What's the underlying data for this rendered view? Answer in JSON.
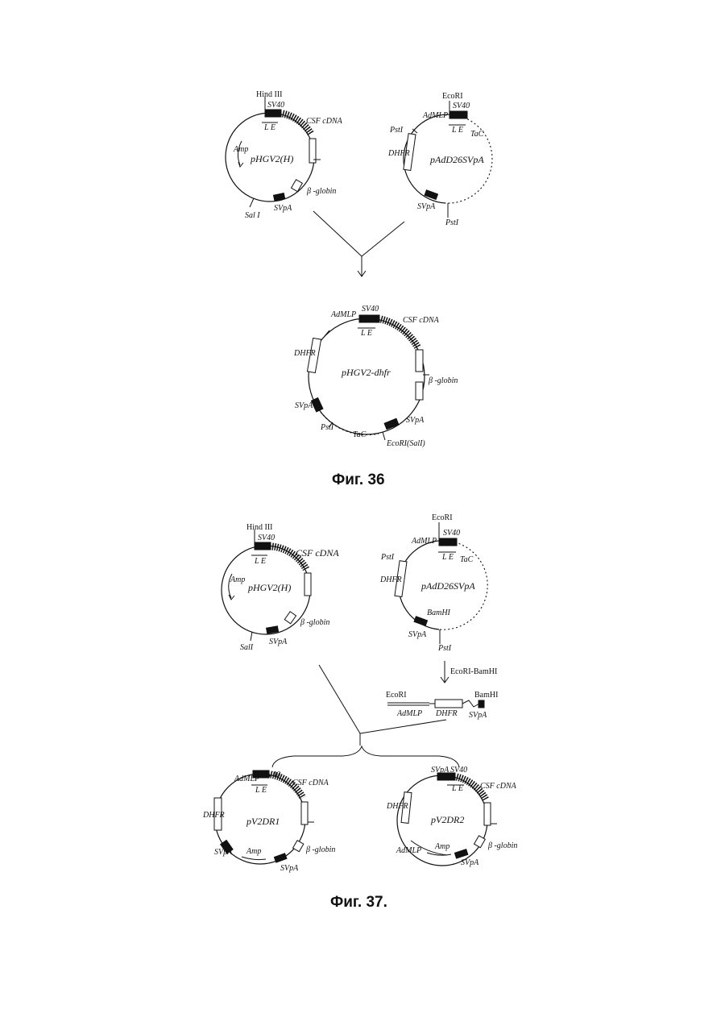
{
  "fig36": {
    "caption": "Фиг. 36",
    "plasmid_a": {
      "name": "pHGV2(H)",
      "labels": [
        "Hind III",
        "SV40",
        "L E",
        "CSF cDNA",
        "Amp",
        "β -globin",
        "SVpA",
        "Sal I"
      ]
    },
    "plasmid_b": {
      "name": "pAdD26SVpA",
      "labels": [
        "EcoRI",
        "AdMLP",
        "SV40",
        "L E",
        "PstI",
        "DHFR",
        "TaC",
        "SVpA",
        "PstI"
      ]
    },
    "plasmid_result": {
      "name": "pHGV2-dhfr",
      "labels": [
        "AdMLP",
        "SV40",
        "L E",
        "CSF cDNA",
        "DHFR",
        "β -globin",
        "SVpA",
        "SVpA",
        "PstI",
        "TaC",
        "EcoRI(SalI)"
      ]
    }
  },
  "fig37": {
    "caption": "Фиг. 37.",
    "plasmid_a": {
      "name": "pHGV2(H)",
      "labels": [
        "Hind III",
        "SV40",
        "L E",
        "CSF cDNA",
        "Amp",
        "β -globin",
        "SalI",
        "SVpA"
      ]
    },
    "plasmid_b": {
      "name": "pAdD26SVpA",
      "labels": [
        "EcoRI",
        "AdMLP",
        "SV40",
        "L E",
        "TaC",
        "PstI",
        "DHFR",
        "BamHI",
        "SVpA",
        "PstI"
      ]
    },
    "digest": "EcoRI-BamHI",
    "fragment": {
      "labels": [
        "EcoRI",
        "AdMLP",
        "DHFR",
        "BamHI",
        "SVpA"
      ]
    },
    "product_1": {
      "name": "pV2DR1",
      "labels": [
        "AdMLP",
        "SV40",
        "L E",
        "CSF cDNA",
        "DHFR",
        "SVpA",
        "Amp",
        "β -globin",
        "SVpA"
      ]
    },
    "product_2": {
      "name": "pV2DR2",
      "labels": [
        "SVpA",
        "SV40",
        "L E",
        "CSF cDNA",
        "DHFR",
        "β -globin",
        "AdMLP",
        "Amp",
        "SVpA"
      ]
    }
  }
}
